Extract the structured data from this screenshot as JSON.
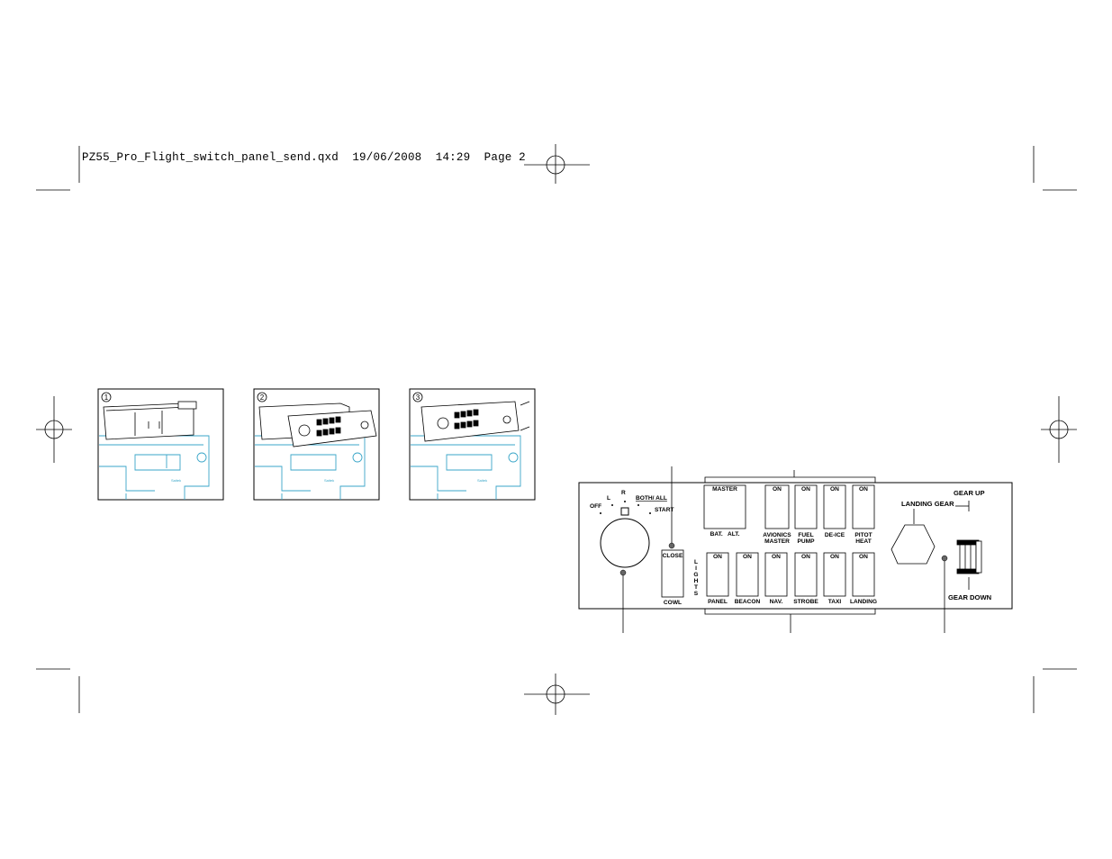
{
  "header": {
    "slug": "PZ55_Pro_Flight_switch_panel_send.qxd  19/06/2008  14:29  Page 2"
  },
  "install_steps": [
    {
      "number": "1"
    },
    {
      "number": "2"
    },
    {
      "number": "3"
    }
  ],
  "panel": {
    "magneto": {
      "off": "OFF",
      "l": "L",
      "r": "R",
      "both": "BOTH/ ALL",
      "start": "START"
    },
    "cowl": {
      "top": "CLOSE",
      "bottom": "COWL"
    },
    "lights_vertical": [
      "L",
      "I",
      "G",
      "H",
      "T",
      "S"
    ],
    "master": {
      "top": "MASTER",
      "bottom": "BAT.   ALT."
    },
    "top_switches": [
      {
        "on": "ON",
        "label": [
          "AVIONICS",
          "MASTER"
        ]
      },
      {
        "on": "ON",
        "label": [
          "FUEL",
          "PUMP"
        ]
      },
      {
        "on": "ON",
        "label": [
          "DE-ICE"
        ]
      },
      {
        "on": "ON",
        "label": [
          "PITOT",
          "HEAT"
        ]
      }
    ],
    "bottom_switches": [
      {
        "on": "ON",
        "label": "PANEL"
      },
      {
        "on": "ON",
        "label": "BEACON"
      },
      {
        "on": "ON",
        "label": "NAV."
      },
      {
        "on": "ON",
        "label": "STROBE"
      },
      {
        "on": "ON",
        "label": "TAXI"
      },
      {
        "on": "ON",
        "label": "LANDING"
      }
    ],
    "landing_gear": {
      "title": "LANDING GEAR",
      "gear_up": "GEAR UP",
      "gear_down": "GEAR DOWN"
    }
  }
}
